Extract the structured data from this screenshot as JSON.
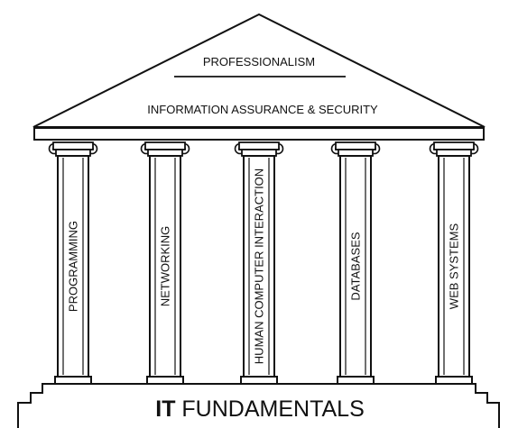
{
  "roof": {
    "top_label": "PROFESSIONALISM",
    "middle_label": "INFORMATION ASSURANCE & SECURITY"
  },
  "pillars": [
    {
      "label": "PROGRAMMING"
    },
    {
      "label": "NETWORKING"
    },
    {
      "label": "HUMAN COMPUTER INTERACTION"
    },
    {
      "label": "DATABASES"
    },
    {
      "label": "WEB SYSTEMS"
    }
  ],
  "foundation": {
    "label_bold": "IT",
    "label_rest": " FUNDAMENTALS"
  }
}
